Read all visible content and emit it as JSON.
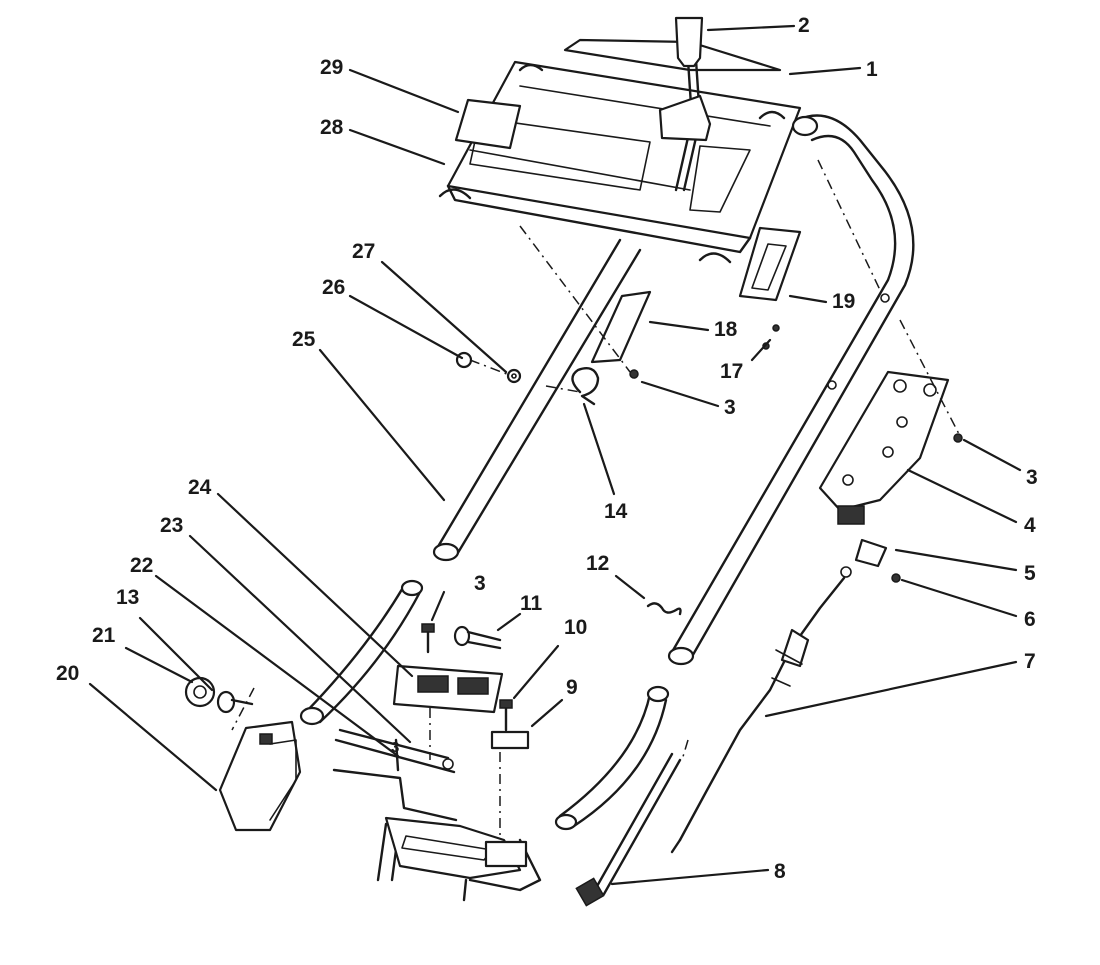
{
  "diagram": {
    "callouts": [
      "1",
      "2",
      "3",
      "3",
      "3",
      "3",
      "4",
      "5",
      "6",
      "7",
      "8",
      "9",
      "10",
      "11",
      "12",
      "13",
      "14",
      "17",
      "18",
      "19",
      "20",
      "21",
      "22",
      "23",
      "24",
      "25",
      "26",
      "27",
      "28",
      "29"
    ]
  }
}
